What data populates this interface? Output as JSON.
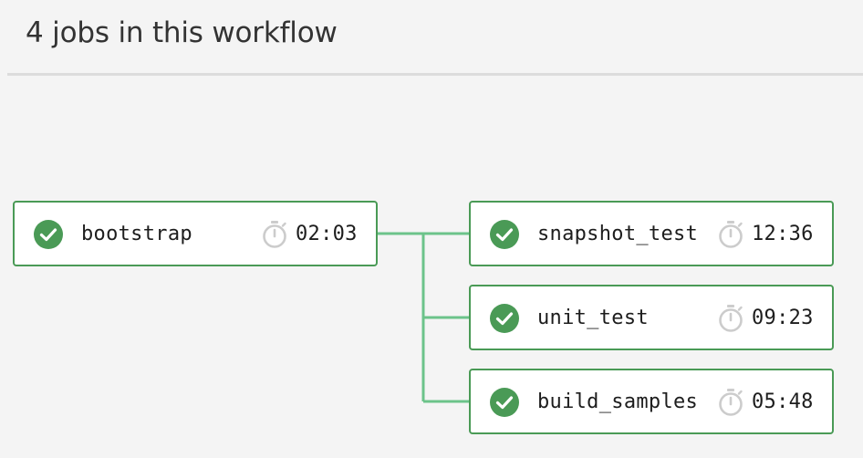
{
  "header": {
    "title": "4 jobs in this workflow"
  },
  "colors": {
    "success": "#4a9a56",
    "connector": "#6cc38a",
    "timer": "#cccccc"
  },
  "jobs": [
    {
      "name": "bootstrap",
      "duration": "02:03",
      "status": "success",
      "status_icon": "check-circle-icon",
      "timer_icon": "stopwatch-icon"
    },
    {
      "name": "snapshot_test",
      "duration": "12:36",
      "status": "success",
      "status_icon": "check-circle-icon",
      "timer_icon": "stopwatch-icon"
    },
    {
      "name": "unit_test",
      "duration": "09:23",
      "status": "success",
      "status_icon": "check-circle-icon",
      "timer_icon": "stopwatch-icon"
    },
    {
      "name": "build_samples",
      "duration": "05:48",
      "status": "success",
      "status_icon": "check-circle-icon",
      "timer_icon": "stopwatch-icon"
    }
  ]
}
